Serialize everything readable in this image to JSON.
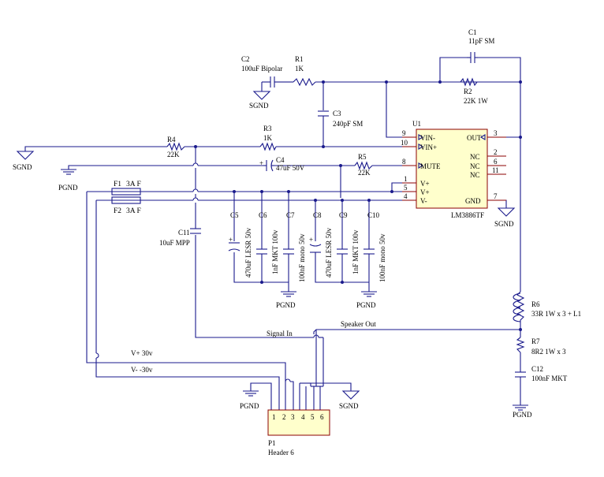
{
  "components": {
    "C1": {
      "ref": "C1",
      "value": "11pF SM"
    },
    "C2": {
      "ref": "C2",
      "value": "100uF Bipolar"
    },
    "R1": {
      "ref": "R1",
      "value": "1K"
    },
    "C3": {
      "ref": "C3",
      "value": "240pF SM"
    },
    "R2": {
      "ref": "R2",
      "value": "22K 1W"
    },
    "R3": {
      "ref": "R3",
      "value": "1K"
    },
    "R4": {
      "ref": "R4",
      "value": "22K"
    },
    "C4": {
      "ref": "C4",
      "value": "47uF 50V"
    },
    "R5": {
      "ref": "R5",
      "value": "22K"
    },
    "F1": {
      "ref": "F1",
      "value": "3A F"
    },
    "F2": {
      "ref": "F2",
      "value": "3A F"
    },
    "C5": {
      "ref": "C5",
      "value": "470uF LESR 50v"
    },
    "C6": {
      "ref": "C6",
      "value": "1nF MKT 100v"
    },
    "C7": {
      "ref": "C7",
      "value": "100nF mono 50v"
    },
    "C8": {
      "ref": "C8",
      "value": "470uF LESR 50v"
    },
    "C9": {
      "ref": "C9",
      "value": "1nF MKT 100v"
    },
    "C10": {
      "ref": "C10",
      "value": "100nF mono 50v"
    },
    "C11": {
      "ref": "C11",
      "value": "10uF MPP"
    },
    "R6": {
      "ref": "R6",
      "value": "33R 1W x 3 + L1"
    },
    "R7": {
      "ref": "R7",
      "value": "8R2 1W x 3"
    },
    "C12": {
      "ref": "C12",
      "value": "100nF MKT"
    },
    "U1": {
      "ref": "U1",
      "part": "LM3886TF"
    },
    "P1": {
      "ref": "P1",
      "part": "Header 6"
    }
  },
  "u1_pins": {
    "vin_minus": {
      "num": "9",
      "name": "VIN-"
    },
    "vin_plus": {
      "num": "10",
      "name": "VIN+"
    },
    "mute": {
      "num": "8",
      "name": "MUTE"
    },
    "vp1": {
      "num": "1",
      "name": "V+"
    },
    "vp5": {
      "num": "5",
      "name": "V+"
    },
    "vm": {
      "num": "4",
      "name": "V-"
    },
    "out": {
      "num": "3",
      "name": "OUT"
    },
    "nc2": {
      "num": "2",
      "name": "NC"
    },
    "nc6": {
      "num": "6",
      "name": "NC"
    },
    "nc11": {
      "num": "11",
      "name": "NC"
    },
    "gnd": {
      "num": "7",
      "name": "GND"
    }
  },
  "header_pins": [
    "1",
    "2",
    "3",
    "4",
    "5",
    "6"
  ],
  "nets": {
    "sgnd": "SGND",
    "pgnd": "PGND",
    "signal_in": "Signal In",
    "speaker_out": "Speaker Out",
    "vplus": "V+ 30v",
    "vminus": "V- -30v"
  },
  "plus_sign": "+"
}
